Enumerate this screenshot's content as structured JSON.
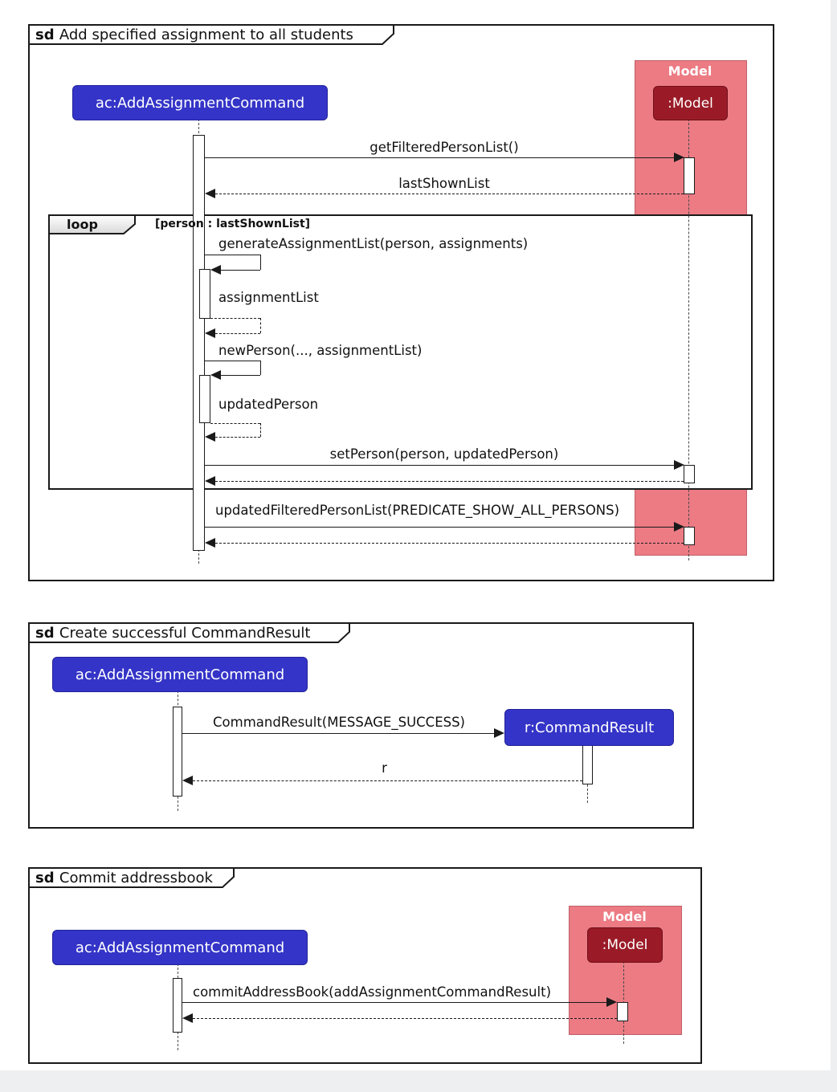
{
  "diagram_type": "uml-sequence-diagram",
  "colors": {
    "participant_blue": "#3434C8",
    "model_dark_red": "#9A1B27",
    "model_group_pink": "#EC7B84",
    "frame_border": "#1a1a1a",
    "loop_tab_fill": "#eeeeee"
  },
  "frames": [
    {
      "keyword": "sd",
      "title": "Add specified assignment to all students",
      "actor": "ac:AddAssignmentCommand",
      "group_label": "Model",
      "model": ":Model",
      "loop_operator": "loop",
      "loop_guard": "[person : lastShownList]",
      "m_getFiltered": "getFilteredPersonList()",
      "m_lastShown": "lastShownList",
      "m_generate": "generateAssignmentList(person, assignments)",
      "m_assignmentList": "assignmentList",
      "m_newPerson": "newPerson(..., assignmentList)",
      "m_updatedPerson": "updatedPerson",
      "m_setPerson": "setPerson(person, updatedPerson)",
      "m_updatedFiltered": "updatedFilteredPersonList(PREDICATE_SHOW_ALL_PERSONS)"
    },
    {
      "keyword": "sd",
      "title": "Create successful CommandResult",
      "actor": "ac:AddAssignmentCommand",
      "created": "r:CommandResult",
      "m_create": "CommandResult(MESSAGE_SUCCESS)",
      "m_return": "r"
    },
    {
      "keyword": "sd",
      "title": "Commit addressbook",
      "actor": "ac:AddAssignmentCommand",
      "group_label": "Model",
      "model": ":Model",
      "m_commit": "commitAddressBook(addAssignmentCommandResult)"
    }
  ]
}
